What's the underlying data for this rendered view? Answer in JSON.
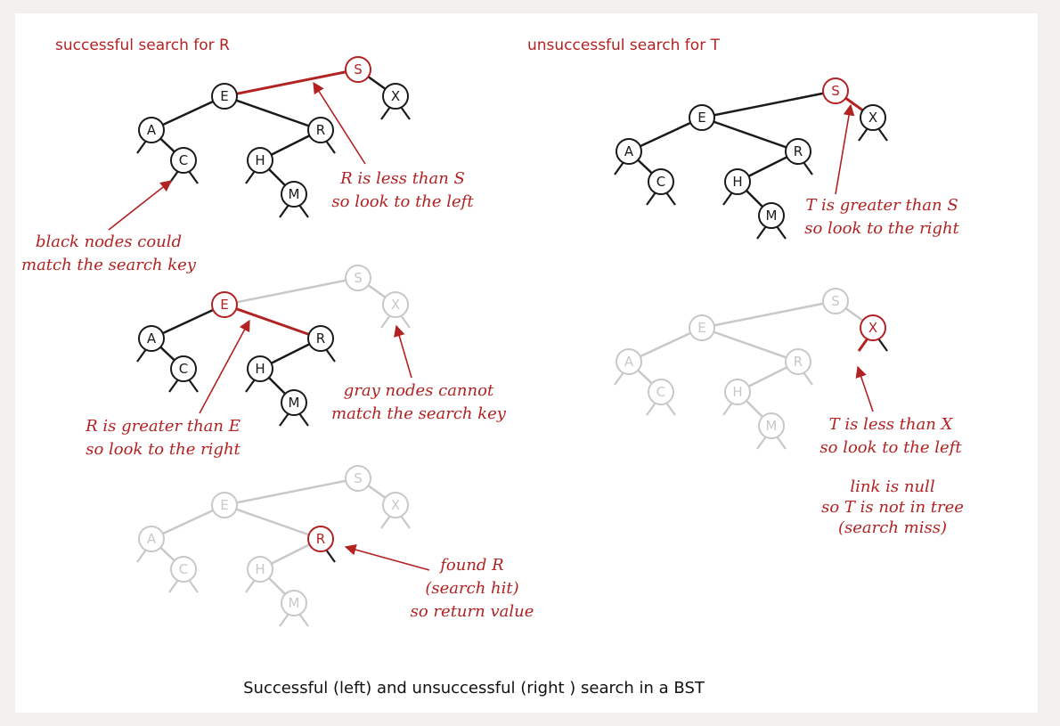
{
  "colors": {
    "black": "#1a1a1a",
    "gray": "#c8c8c8",
    "red": "#b22222",
    "background": "#ffffff",
    "frame": "#f2f1ee"
  },
  "headings": {
    "left": "successful search for R",
    "right": "unsuccessful search for T"
  },
  "caption": "Successful (left) and unsuccessful (right ) search in a BST",
  "trees": [
    {
      "name": "left-step-1",
      "red_nodes": [
        "S"
      ],
      "gray_nodes": [],
      "red_edges": [
        [
          "S",
          "E"
        ]
      ]
    },
    {
      "name": "left-step-2",
      "red_nodes": [
        "E"
      ],
      "gray_nodes": [
        "S",
        "X"
      ],
      "red_edges": [
        [
          "E",
          "R"
        ]
      ]
    },
    {
      "name": "left-step-3",
      "red_nodes": [
        "R"
      ],
      "gray_nodes": [
        "S",
        "X",
        "E",
        "A",
        "C",
        "H",
        "M"
      ],
      "red_edges": []
    },
    {
      "name": "right-step-1",
      "red_nodes": [
        "S"
      ],
      "gray_nodes": [],
      "red_edges": [
        [
          "S",
          "X"
        ]
      ]
    },
    {
      "name": "right-step-2",
      "red_nodes": [
        "X"
      ],
      "gray_nodes": [
        "S",
        "E",
        "A",
        "C",
        "R",
        "H",
        "M"
      ],
      "red_edges": [],
      "red_null_link": "X-left"
    }
  ],
  "notes": {
    "r_less_than_s": [
      "R is less than S",
      "so look to the left"
    ],
    "black_nodes": [
      "black nodes could",
      "match the search key"
    ],
    "r_greater_than_e": [
      "R is greater than E",
      "so look to the right"
    ],
    "gray_nodes": [
      "gray nodes cannot",
      "match the search key"
    ],
    "found_r": [
      "found R",
      "(search hit)",
      "so return value"
    ],
    "t_greater_than_s": [
      "T is greater than S",
      "so look to the right"
    ],
    "t_less_than_x": [
      "T is less than X",
      "so look to the left"
    ],
    "link_null": [
      "link is null",
      "so T is not in tree",
      "(search miss)"
    ]
  }
}
